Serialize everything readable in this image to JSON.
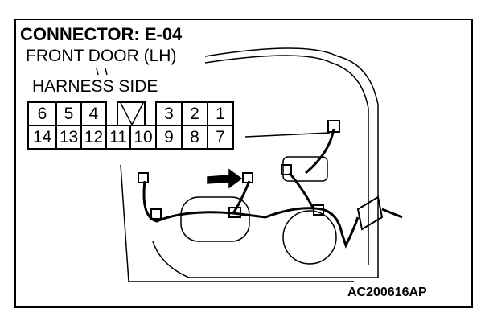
{
  "title": "CONNECTOR: E-04",
  "subtitle": "FRONT DOOR (LH)",
  "view_label": "HARNESS SIDE",
  "pins_top": [
    "6",
    "5",
    "4",
    "3",
    "2",
    "1"
  ],
  "pins_bottom": [
    "14",
    "13",
    "12",
    "11",
    "10",
    "9",
    "8",
    "7"
  ],
  "figure_code": "AC200616AP"
}
